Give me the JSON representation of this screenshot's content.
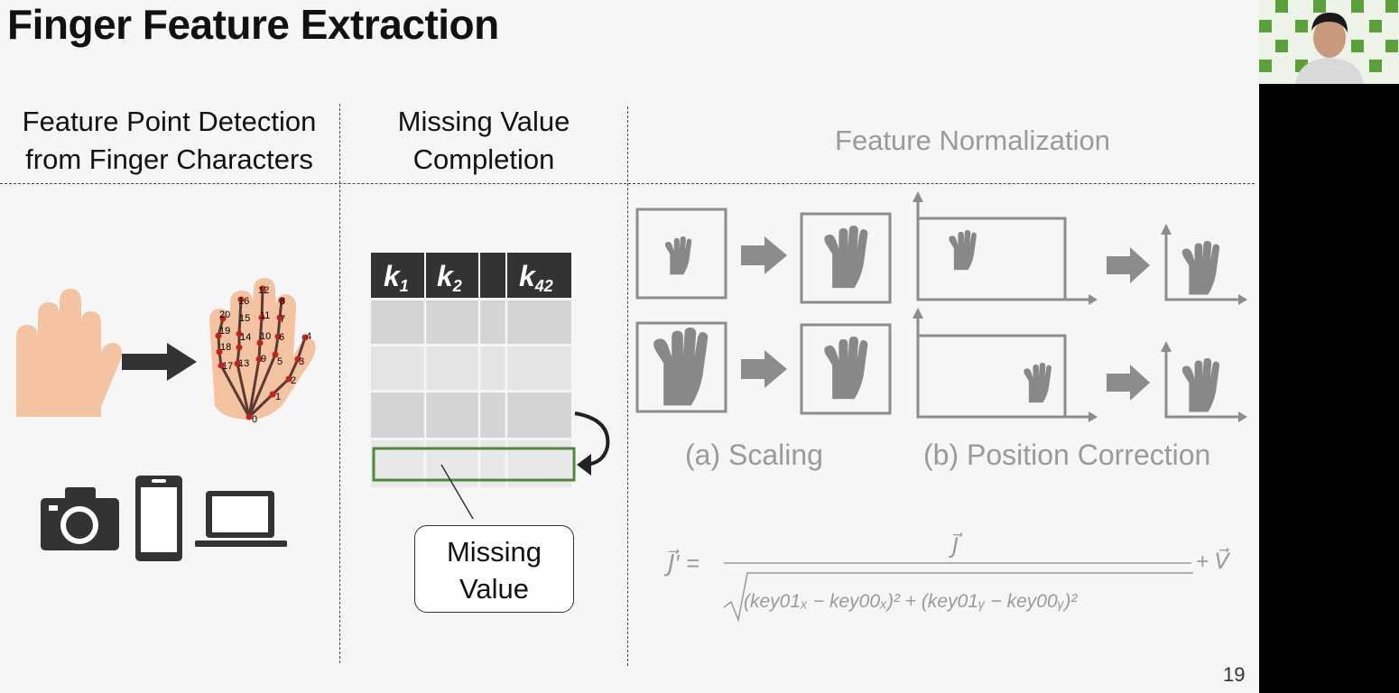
{
  "slide": {
    "title": "Finger Feature Extraction",
    "page_number": "19"
  },
  "columns": {
    "detection": {
      "line1": "Feature Point Detection",
      "line2": "from Finger Characters"
    },
    "completion": {
      "line1": "Missing Value",
      "line2": "Completion"
    },
    "normalization": {
      "title": "Feature Normalization"
    }
  },
  "keypoint_labels": [
    "0",
    "1",
    "2",
    "3",
    "4",
    "5",
    "6",
    "7",
    "8",
    "9",
    "10",
    "11",
    "12",
    "13",
    "14",
    "15",
    "16",
    "17",
    "18",
    "19",
    "20"
  ],
  "table": {
    "headers": [
      {
        "main": "k",
        "sub": "1"
      },
      {
        "main": "k",
        "sub": "2"
      },
      {
        "main": "",
        "sub": ""
      },
      {
        "main": "k",
        "sub": "42"
      }
    ]
  },
  "callout": {
    "line1": "Missing",
    "line2": "Value"
  },
  "captions": {
    "scaling": "(a) Scaling",
    "position": "(b) Position Correction"
  },
  "formula": {
    "lhs": "J⃗′ =",
    "numerator": "J⃗",
    "denominator": "(key01ₓ − key00ₓ)² + (key01ᵧ − key00ᵧ)²",
    "plus": "+ V⃗"
  },
  "devices": [
    "camera-icon",
    "smartphone-icon",
    "laptop-icon"
  ],
  "colors": {
    "skin": "#f3c3a2",
    "arrow_dark": "#333333",
    "arrow_gray": "#8c8c8c",
    "hand_gray": "#888888",
    "keypoint": "#c0251c",
    "missing_row_border": "#4e8a3a",
    "table_header": "#333333"
  }
}
